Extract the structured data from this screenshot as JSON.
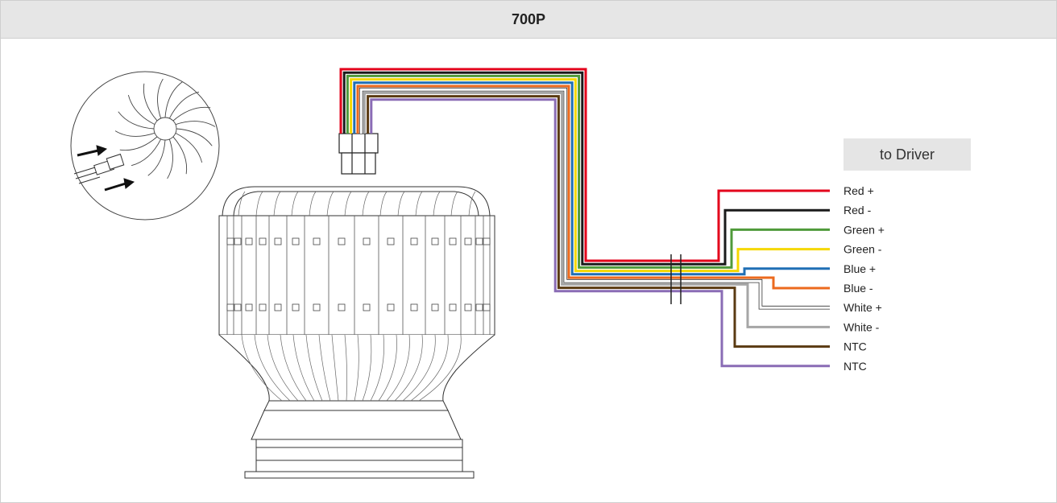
{
  "title": "700P",
  "driver_label": "to Driver",
  "wires": [
    {
      "label": "Red +",
      "color": "#e3001b"
    },
    {
      "label": "Red -",
      "color": "#1a1a1a"
    },
    {
      "label": "Green +",
      "color": "#4f9a3a"
    },
    {
      "label": "Green -",
      "color": "#f5d800"
    },
    {
      "label": "Blue +",
      "color": "#1f6fb5"
    },
    {
      "label": "Blue -",
      "color": "#ec6a1e"
    },
    {
      "label": "White +",
      "color": "#ffffff"
    },
    {
      "label": "White -",
      "color": "#a6a6a6"
    },
    {
      "label": "NTC",
      "color": "#5a3a12"
    },
    {
      "label": "NTC",
      "color": "#8a6cb5"
    }
  ]
}
